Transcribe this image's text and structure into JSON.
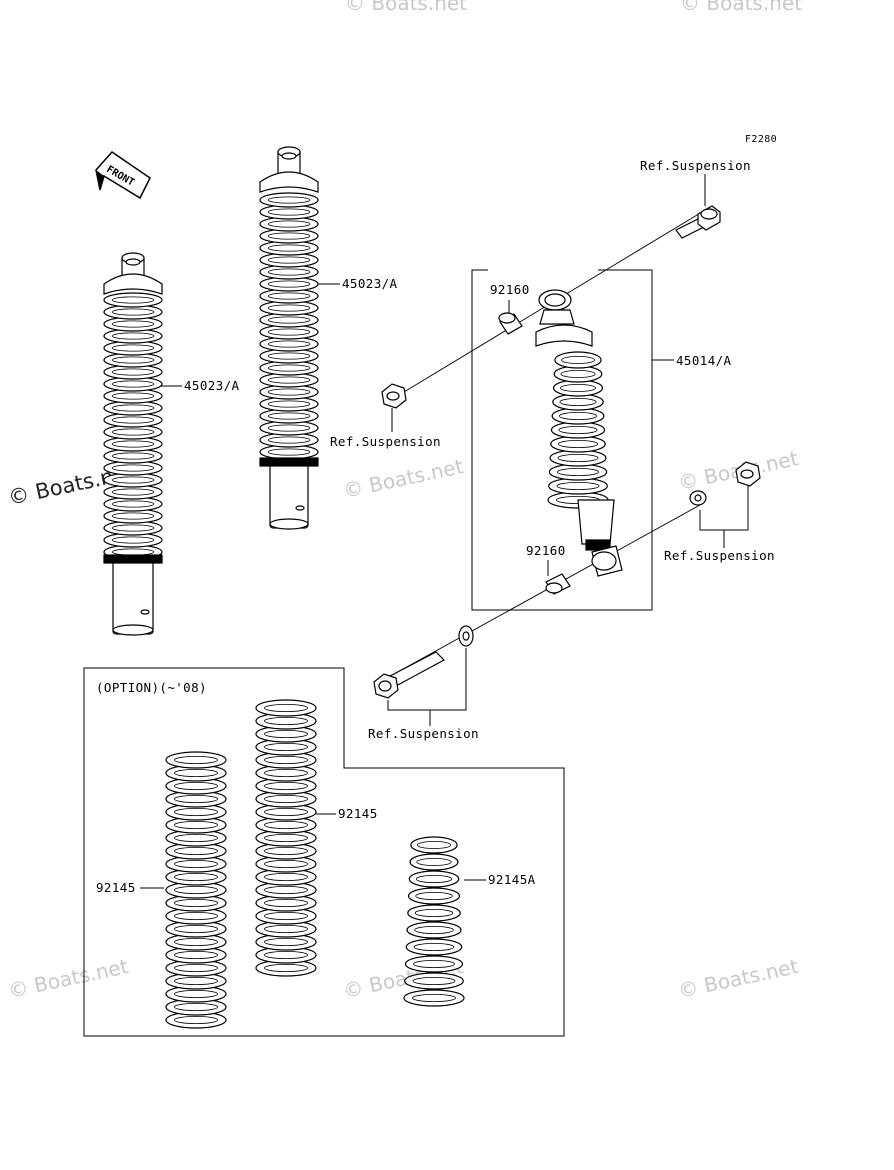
{
  "diagram_code": "F2280",
  "front_label": "FRONT",
  "option_label": "(OPTION)(~'08)",
  "watermark": "© Boats.net",
  "parts": {
    "shock_left": "45023/A",
    "shock_middle": "45023/A",
    "shock_assembly": "45014/A",
    "collar_top": "92160",
    "collar_bottom": "92160",
    "spring_left": "92145",
    "spring_middle": "92145",
    "spring_right": "92145A"
  },
  "refs": {
    "ref_top": "Ref.Suspension",
    "ref_nut": "Ref.Suspension",
    "ref_right": "Ref.Suspension",
    "ref_bottom": "Ref.Suspension"
  }
}
